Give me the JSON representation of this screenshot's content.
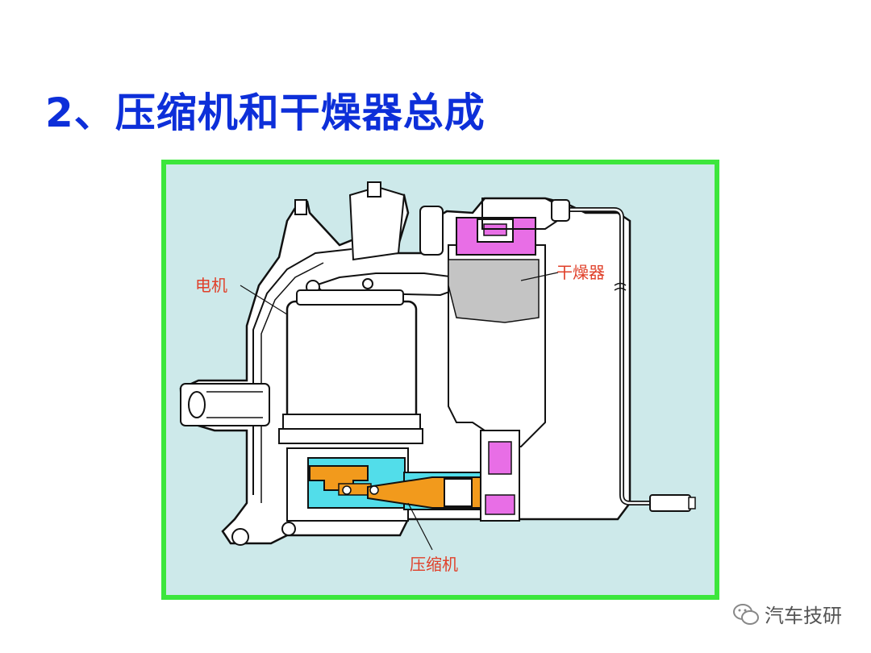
{
  "slide": {
    "title": "2、压缩机和干燥器总成"
  },
  "diagram": {
    "labels": {
      "motor": "电机",
      "dryer": "干燥器",
      "compressor": "压缩机"
    },
    "colors": {
      "frame_border": "#3ce63c",
      "background": "#cde9ea",
      "dryer_section": "#e86ee6",
      "dryer_body": "#c4c4c4",
      "piston": "#f29a1c",
      "cylinder": "#52ddea",
      "callout_text": "#e0402a"
    }
  },
  "watermark": {
    "text": "汽车技研",
    "icon": "wechat-icon"
  }
}
